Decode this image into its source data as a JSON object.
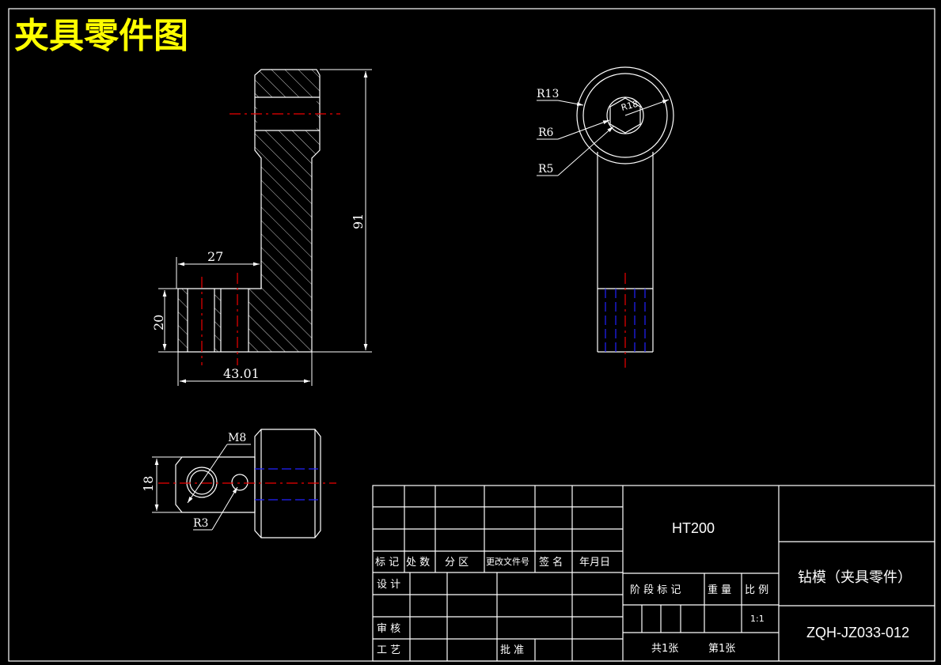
{
  "drawing": {
    "title": "夹具零件图",
    "colors": {
      "background": "#000000",
      "line": "#ffffff",
      "centerline": "#ee0000",
      "hidden": "#2222ff",
      "title": "#ffff00"
    }
  },
  "dimensions": {
    "height_91": "91",
    "width_27": "27",
    "height_20": "20",
    "width_43": "43.01",
    "r13": "R13",
    "r6": "R6",
    "r5": "R5",
    "r18": "R18",
    "m8": "M8",
    "h18": "18",
    "r3": "R3"
  },
  "title_block": {
    "material": "HT200",
    "part_name": "钻模（夹具零件）",
    "drawing_no": "ZQH-JZ033-012",
    "scale": "1:1",
    "headers": {
      "mark": "标 记",
      "count": "处 数",
      "zone": "分 区",
      "change_doc": "更改文件号",
      "sign": "签 名",
      "date": "年月日",
      "design": "设 计",
      "review": "审 核",
      "process": "工 艺",
      "approve": "批 准",
      "stage_mark": "阶 段 标 记",
      "weight": "重 量",
      "ratio": "比 例",
      "total_sheets": "共1张",
      "sheet_no": "第1张"
    }
  }
}
